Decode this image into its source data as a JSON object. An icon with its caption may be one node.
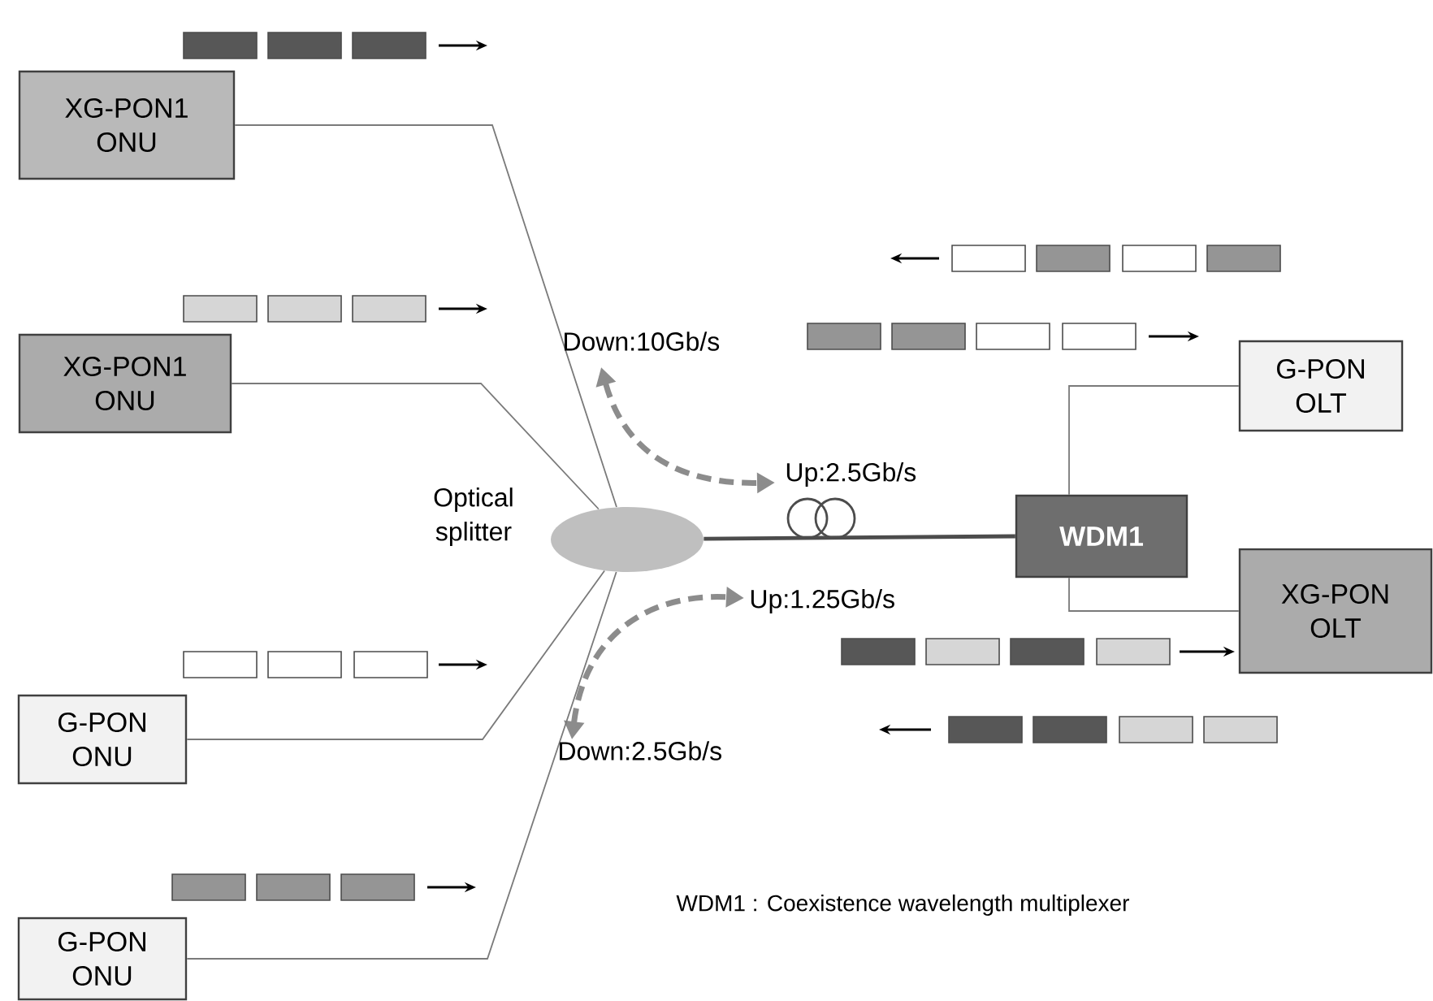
{
  "diagram": {
    "nodes": [
      {
        "text": [
          "XG-PON1 ONU"
        ]
      },
      {
        "text": [
          "XG-PON1 ONU"
        ]
      },
      {
        "text": [
          "G-PON ONU"
        ]
      },
      {
        "text": [
          "G-PON ONU"
        ]
      },
      {
        "text": [],
        "shape": "ellipse",
        "beside": [
          "Optical splitter"
        ]
      },
      {
        "text": [
          "WDM1"
        ]
      },
      {
        "text": [
          "G-PON OLT"
        ]
      },
      {
        "text": [
          "XG-PON OLT"
        ]
      }
    ],
    "edges": [
      {
        "from": 0,
        "to": 4,
        "arrow": "none"
      },
      {
        "from": 1,
        "to": 4,
        "arrow": "none"
      },
      {
        "from": 2,
        "to": 4,
        "arrow": "none"
      },
      {
        "from": 3,
        "to": 4,
        "arrow": "none"
      },
      {
        "from": 4,
        "to": 5,
        "arrow": "none",
        "style": "thick"
      },
      {
        "from": 5,
        "to": 6,
        "arrow": "none"
      },
      {
        "from": 5,
        "to": 7,
        "arrow": "none"
      }
    ],
    "labels": [
      "Down:10Gb/s",
      "Up:2.5Gb/s",
      "Up:1.25Gb/s",
      "Down:2.5Gb/s",
      "WDM1 : Coexistence wavelength multiplexer"
    ]
  }
}
